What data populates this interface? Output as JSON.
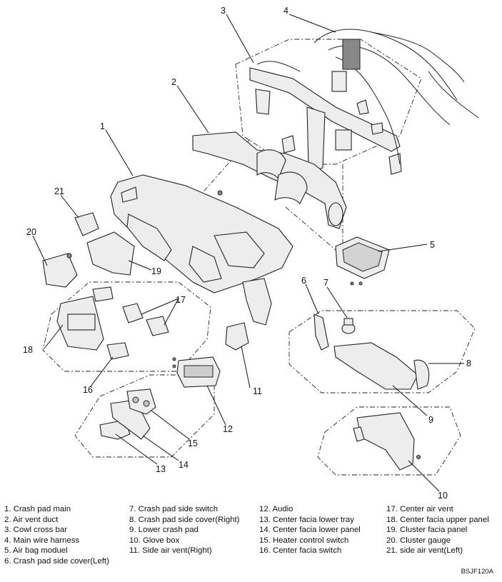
{
  "callouts": [
    "1",
    "2",
    "3",
    "4",
    "5",
    "6",
    "7",
    "8",
    "9",
    "10",
    "11",
    "12",
    "13",
    "14",
    "15",
    "16",
    "17",
    "18",
    "19",
    "20",
    "21",
    "17"
  ],
  "legend": {
    "col1": [
      "1. Crash pad main",
      "2. Air vent duct",
      "3. Cowl cross bar",
      "4. Main wire harness",
      "5. Air bag moduel",
      "6. Crash pad side cover(Left)"
    ],
    "col2": [
      "7. Crash pad side switch",
      "8. Crash pad side cover(Right)",
      "9. Lower crash pad",
      "10. Glove box",
      "11. Side air vent(Right)"
    ],
    "col3": [
      "12. Audio",
      "13. Center facia lower tray",
      "14. Center facia lower panel",
      "15. Heater control switch",
      "16. Center facia switch"
    ],
    "col4": [
      "17. Center air vent",
      "18. Center facia upper panel",
      "19. Cluster facia panel",
      "20. Cluster gauge",
      "21. side air vent(Left)"
    ]
  },
  "figure_code": "BSJF120A"
}
